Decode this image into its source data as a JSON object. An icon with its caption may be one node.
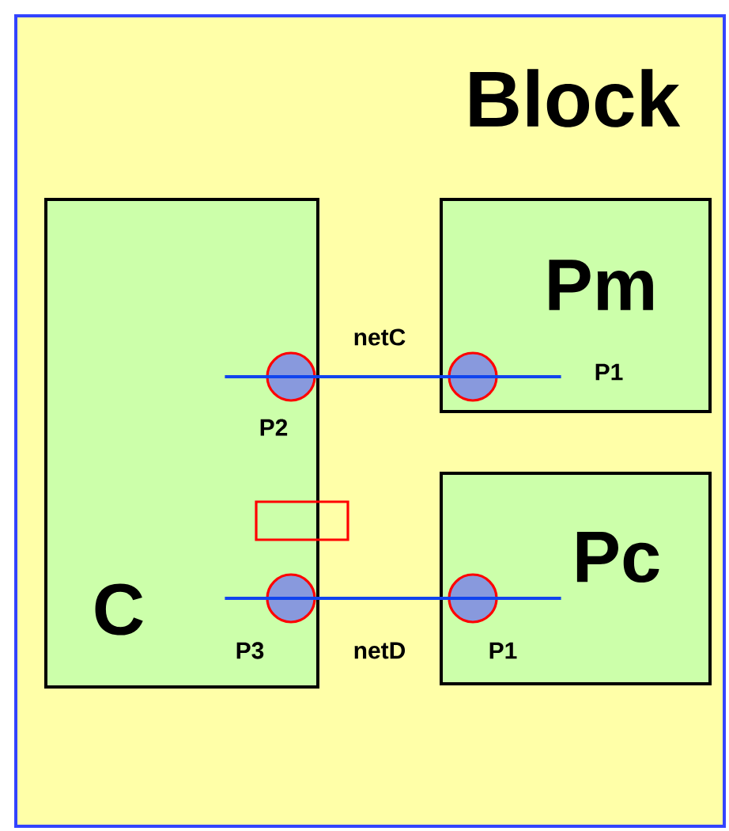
{
  "diagram": {
    "nodes": [
      {
        "text": [
          "Block"
        ]
      },
      {
        "text": [
          "C"
        ],
        "in": 0
      },
      {
        "text": [
          "Pm"
        ],
        "in": 0
      },
      {
        "text": [
          "Pc"
        ],
        "in": 0
      },
      {
        "text": [],
        "shape": "circle",
        "beside": [
          "P2"
        ],
        "in": 1
      },
      {
        "text": [],
        "shape": "circle",
        "in": 2
      },
      {
        "text": [],
        "shape": "circle",
        "beside": [
          "P3"
        ],
        "in": 1
      },
      {
        "text": [],
        "shape": "circle",
        "beside": [
          "P1"
        ],
        "in": 3
      },
      {
        "text": [],
        "shape": "box",
        "in": 0
      }
    ],
    "edges": [
      {
        "from": 4,
        "to": 5,
        "arrow": "none",
        "label": "netC"
      },
      {
        "from": 6,
        "to": 7,
        "arrow": "none",
        "label": "netD"
      }
    ],
    "labels": [
      "P1"
    ]
  }
}
